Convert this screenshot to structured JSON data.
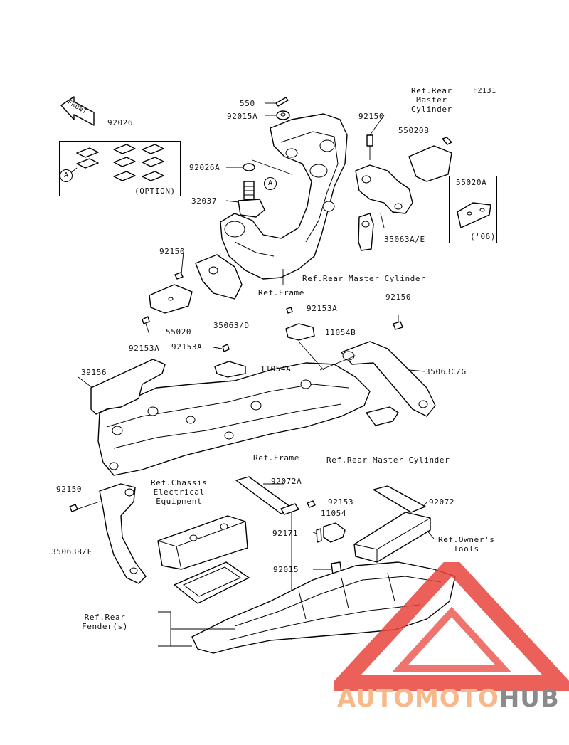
{
  "figure_code": "F2131",
  "front_label": "FRONT",
  "option_label": "(OPTION)",
  "option_06_label": "('06)",
  "callout_letter": "A",
  "parts": {
    "p550": "550",
    "p92015A": "92015A",
    "p92026": "92026",
    "p92026A": "92026A",
    "p32037": "32037",
    "p92150_top": "92150",
    "p55020B": "55020B",
    "p55020A": "55020A",
    "p35063AE": "35063A/E",
    "p92150_left": "92150",
    "p55020": "55020",
    "p92153A_left": "92153A",
    "p35063D": "35063/D",
    "p92153A_center": "92153A",
    "p11054B": "11054B",
    "p92150_right": "92150",
    "p92153A_mid": "92153A",
    "p11054A": "11054A",
    "p39156": "39156",
    "p35063CG": "35063C/G",
    "p92150_lower": "92150",
    "p35063BF": "35063B/F",
    "p92072A": "92072A",
    "p92153": "92153",
    "p11054": "11054",
    "p92171": "92171",
    "p92015": "92015",
    "p92072": "92072"
  },
  "refs": {
    "rear_master_cyl_top": "Ref.Rear\nMaster\nCylinder",
    "rear_master_cyl_mid": "Ref.Rear Master Cylinder",
    "frame_upper": "Ref.Frame",
    "frame_lower": "Ref.Frame",
    "rear_master_cyl_low": "Ref.Rear Master Cylinder",
    "chassis_elec": "Ref.Chassis\nElectrical\nEquipment",
    "owners_tools": "Ref.Owner's\nTools",
    "rear_fender": "Ref.Rear\nFender(s)"
  },
  "watermark": {
    "part1": "AUTOMOTO",
    "part2": "HUB",
    "color_primary": "#f7b98a",
    "color_secondary": "#8a8a8a",
    "triangle_color": "#e8453c"
  }
}
